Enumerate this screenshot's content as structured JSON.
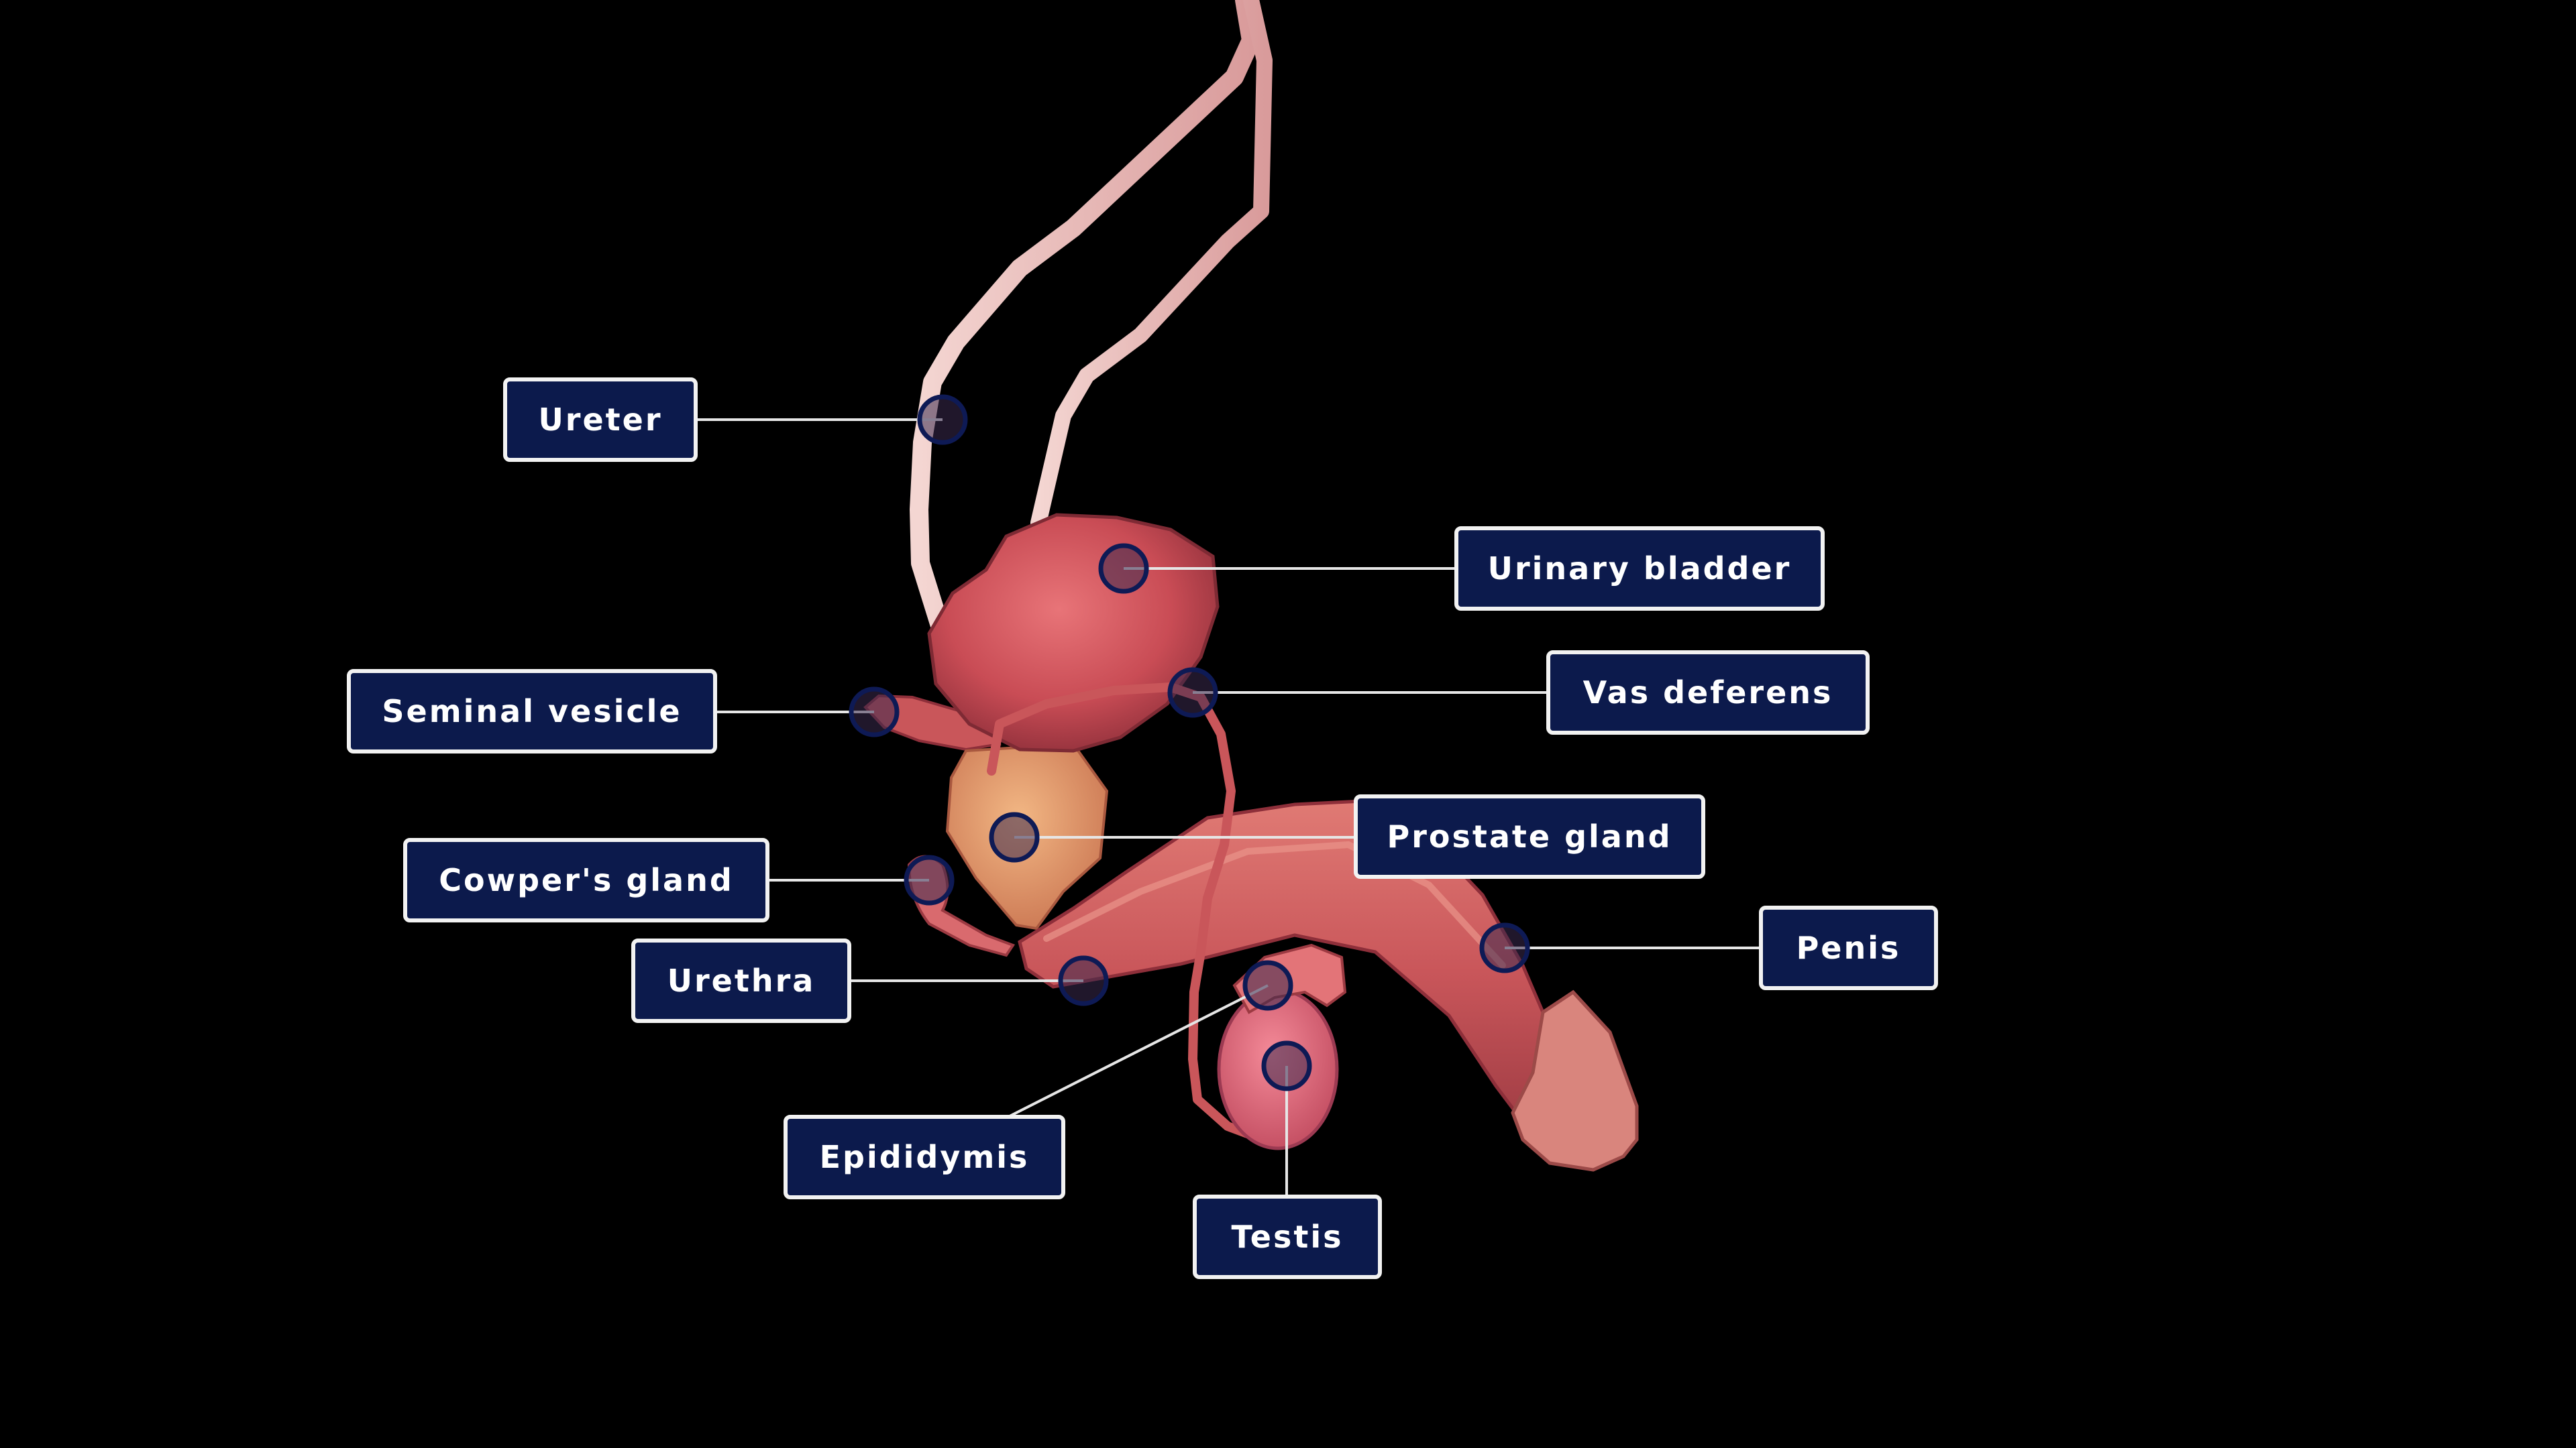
{
  "labels": {
    "ureter": "Ureter",
    "urinary_bladder": "Urinary bladder",
    "seminal_vesicle": "Seminal vesicle",
    "vas_deferens": "Vas deferens",
    "prostate_gland": "Prostate gland",
    "cowpers_gland": "Cowper's gland",
    "penis": "Penis",
    "urethra": "Urethra",
    "epididymis": "Epididymis",
    "testis": "Testis"
  },
  "colors": {
    "background": "#000000",
    "label_fill": "#0c1a4c",
    "label_border": "#f2f2f2",
    "leader_line": "#e6e6e6",
    "marker_ring": "#0e1a55",
    "tissue": "#c9565a",
    "ureter": "#e8b2b2",
    "prostate": "#e39a6e"
  }
}
